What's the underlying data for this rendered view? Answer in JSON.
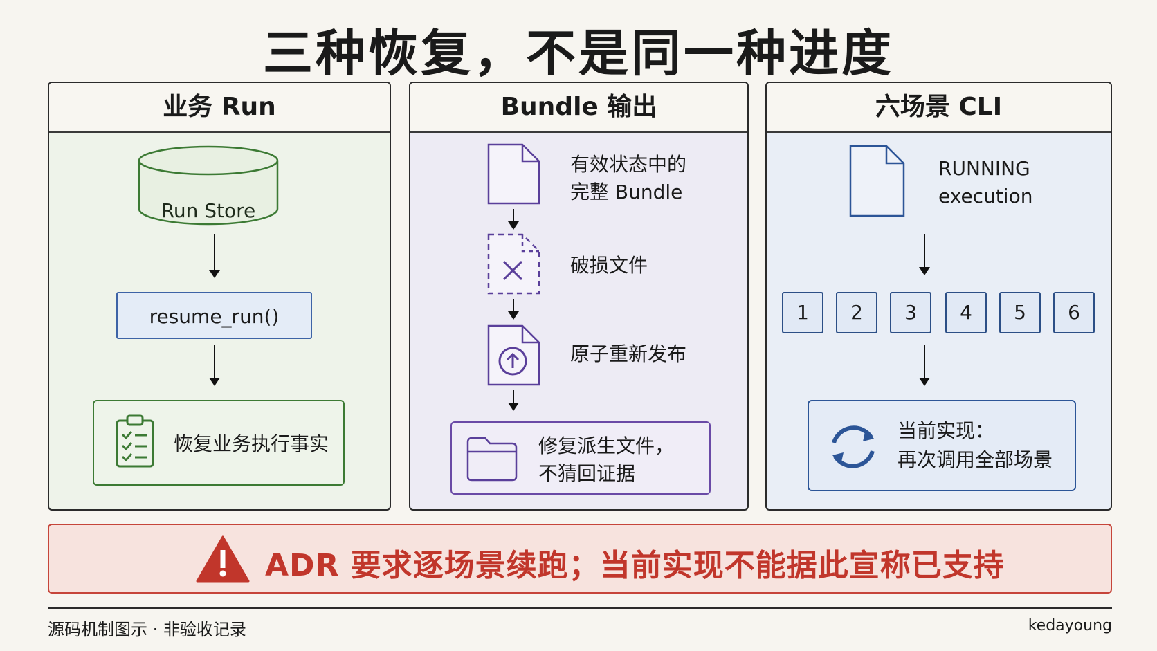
{
  "title": "三种恢复，不是同一种进度",
  "panels": {
    "run": {
      "header": "业务 Run",
      "store_label": "Run Store",
      "function_label": "resume_run()",
      "result_label": "恢复业务执行事实"
    },
    "bundle": {
      "header": "Bundle 输出",
      "step1_line1": "有效状态中的",
      "step1_line2": "完整 Bundle",
      "step2": "破损文件",
      "step3": "原子重新发布",
      "step4_line1": "修复派生文件，",
      "step4_line2": "不猜回证据"
    },
    "cli": {
      "header": "六场景 CLI",
      "doc_line1": "RUNNING",
      "doc_line2": "execution",
      "scenarios": [
        "1",
        "2",
        "3",
        "4",
        "5",
        "6"
      ],
      "current_line1": "当前实现：",
      "current_line2": "再次调用全部场景"
    }
  },
  "warning": "ADR 要求逐场景续跑；当前实现不能据此宣称已支持",
  "footer": {
    "left": "源码机制图示 · 非验收记录",
    "right": "kedayoung"
  },
  "colors": {
    "run_accent": "#3c7a34",
    "bundle_accent": "#6a4aa6",
    "cli_accent": "#2c5597",
    "warning": "#c1362b"
  }
}
